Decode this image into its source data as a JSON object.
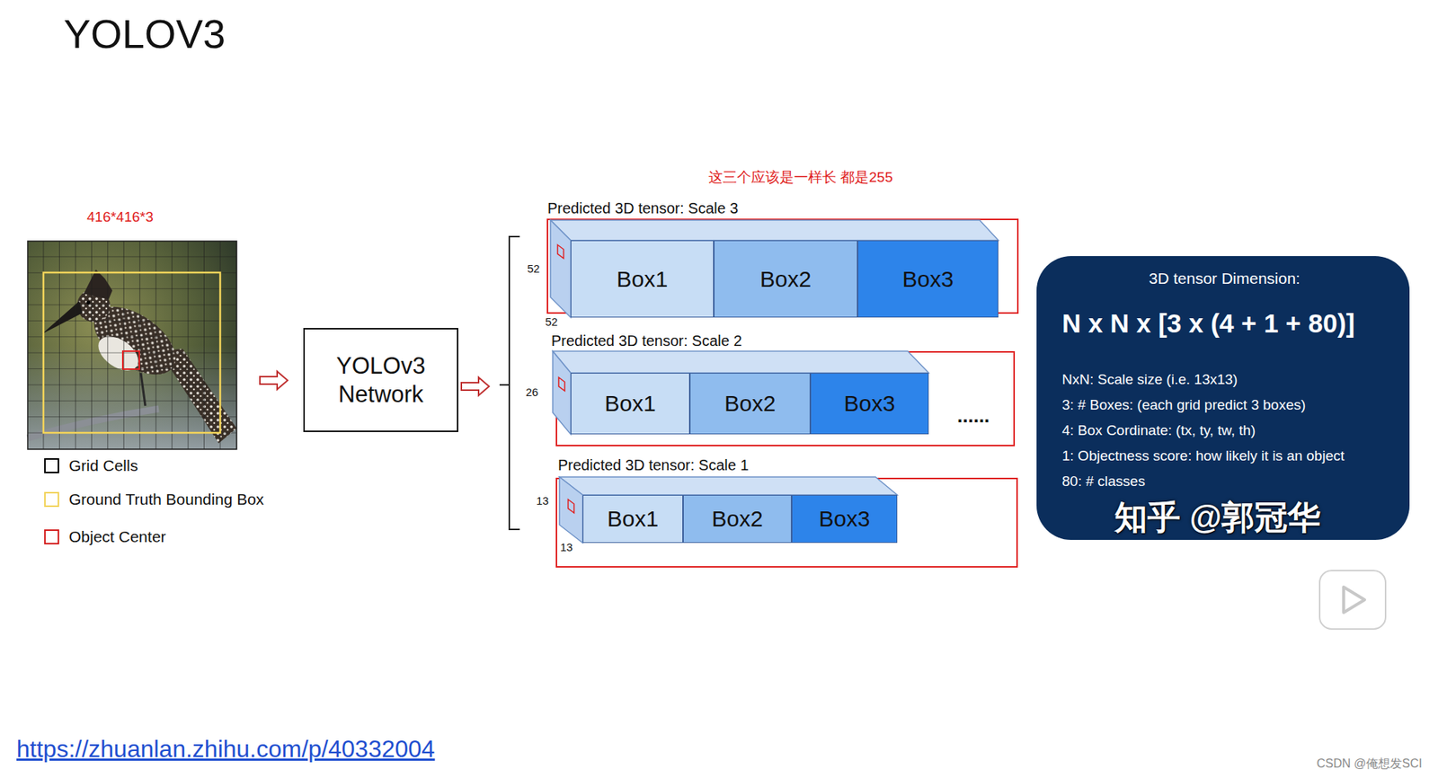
{
  "diagram": {
    "title": "YOLOV3",
    "nodes": [
      {
        "text": [
          "YOLOv3 Network"
        ]
      },
      {
        "text": [
          "Predicted 3D tensor: Scale 3"
        ]
      },
      {
        "text": [
          "Box1"
        ],
        "in": 1
      },
      {
        "text": [
          "Box2"
        ],
        "in": 1
      },
      {
        "text": [
          "Box3"
        ],
        "in": 1
      },
      {
        "text": [
          "Predicted 3D tensor: Scale 2"
        ]
      },
      {
        "text": [
          "Box1"
        ],
        "in": 5
      },
      {
        "text": [
          "Box2"
        ],
        "in": 5
      },
      {
        "text": [
          "Box3"
        ],
        "in": 5
      },
      {
        "text": [
          "Predicted 3D tensor: Scale 1"
        ]
      },
      {
        "text": [
          "Box1"
        ],
        "in": 9
      },
      {
        "text": [
          "Box2"
        ],
        "in": 9
      },
      {
        "text": [
          "Box3"
        ],
        "in": 9
      },
      {
        "text": [
          "3D tensor Dimension:",
          "N x N x [3 x (4 + 1 + 80)]",
          "NxN: Scale size (i.e. 13x13)",
          "3: # Boxes: (each grid predict 3 boxes)",
          "4: Box Cordinate: (tx, ty, tw, th)",
          "1: Objectness score: how likely it is an object",
          "80: # classes"
        ]
      }
    ],
    "labels": [
      "416*416*3",
      "这三个应该是一样长 都是255",
      "52",
      "52",
      "26",
      "13",
      "13",
      "......",
      "知乎 @郭冠华",
      "https://zhuanlan.zhihu.com/p/40332004",
      "CSDN @俺想发SCI"
    ],
    "legend": [
      {
        "text": "Grid Cells",
        "color": "#000000"
      },
      {
        "text": "Ground Truth Bounding Box",
        "color": "#f2d35a"
      },
      {
        "text": "Object Center",
        "color": "#d42020"
      }
    ]
  }
}
